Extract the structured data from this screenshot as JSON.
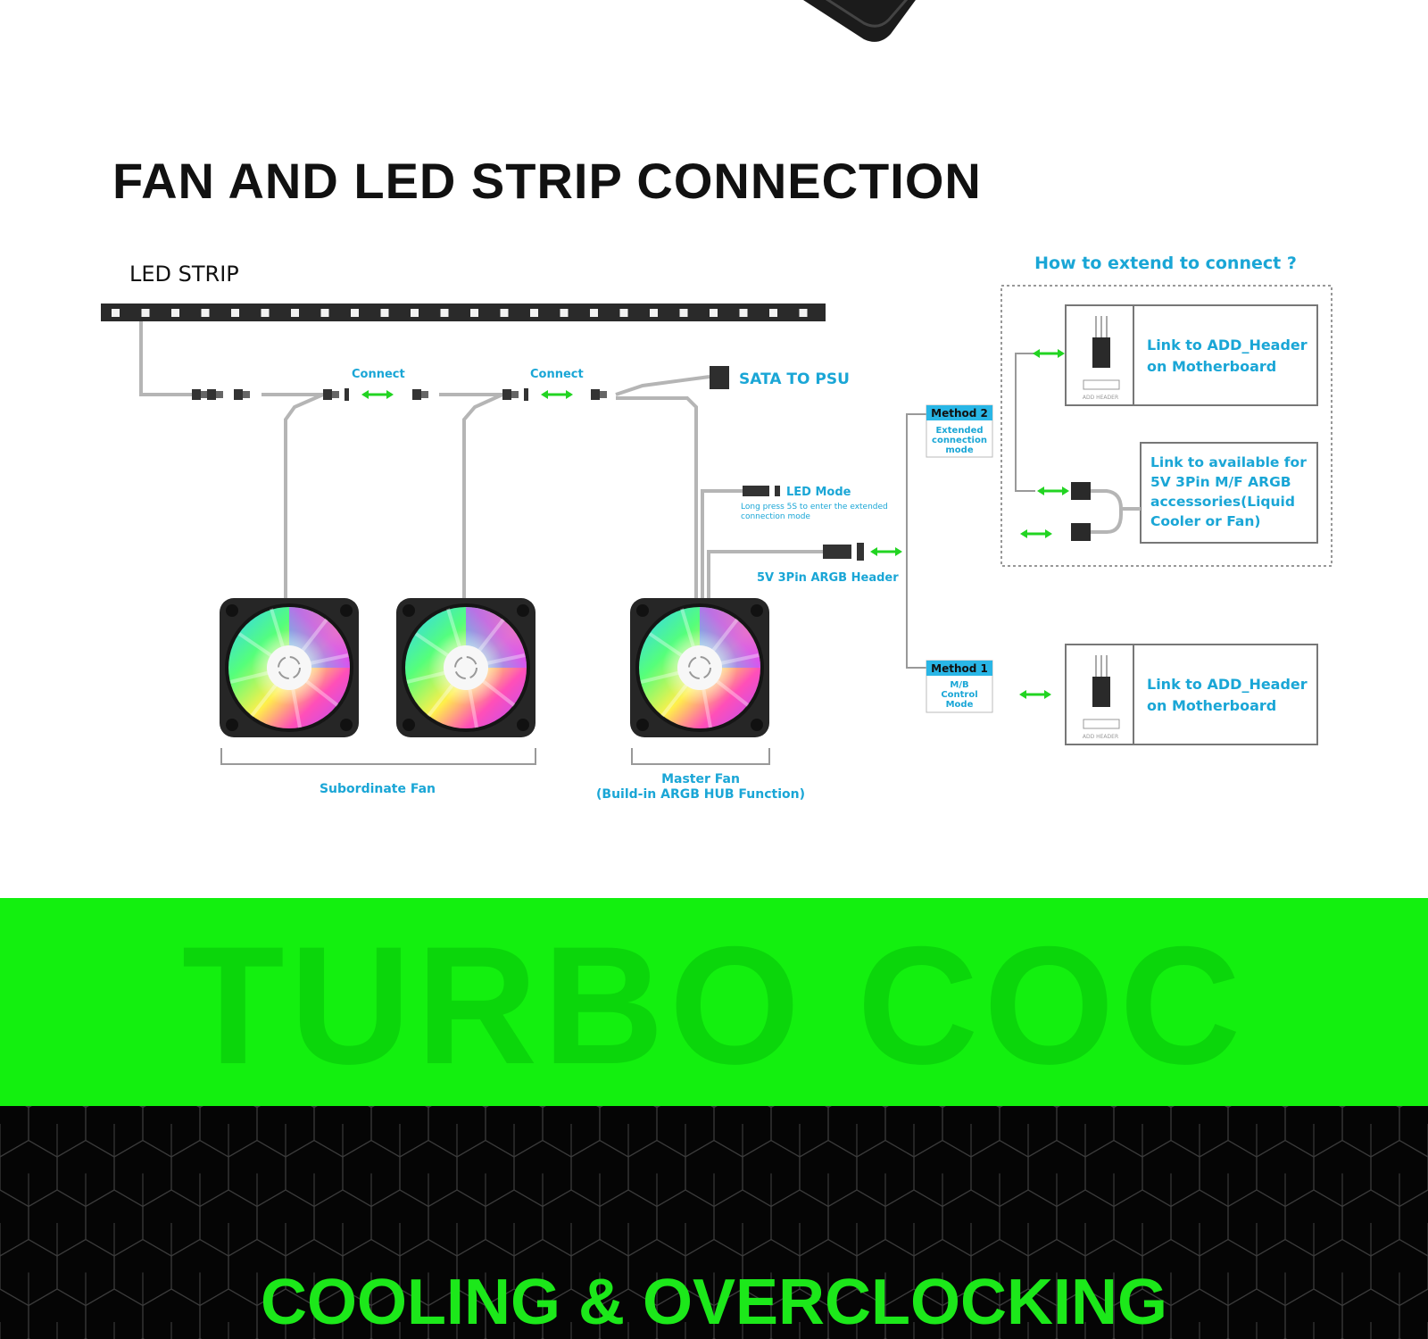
{
  "title": "FAN AND LED STRIP CONNECTION",
  "led_strip_label": "LED STRIP",
  "connect_label_1": "Connect",
  "connect_label_2": "Connect",
  "sata_label": "SATA TO PSU",
  "led_mode": {
    "title": "LED Mode",
    "desc_line1": "Long press 5S to enter the extended",
    "desc_line2": "connection mode"
  },
  "argb_header_label": "5V 3Pin ARGB Header",
  "subordinate_fan_label": "Subordinate Fan",
  "master_fan": {
    "line1": "Master Fan",
    "line2": "(Build-in ARGB HUB Function)"
  },
  "extend_title": "How to extend to connect ?",
  "method2": {
    "tag": "Method 2",
    "line1": "Extended",
    "line2": "connection",
    "line3": "mode"
  },
  "method1": {
    "tag": "Method 1",
    "line1": "M/B",
    "line2": "Control",
    "line3": "Mode"
  },
  "box_header_top": {
    "line1": "Link to ADD_Header",
    "line2": "on Motherboard",
    "icon_caption": "ADD HEADER"
  },
  "box_accessories": {
    "line1": "Link to available for",
    "line2": "5V 3Pin M/F ARGB",
    "line3": "accessories(Liquid",
    "line4": "Cooler or Fan)"
  },
  "box_header_bottom": {
    "line1": "Link to ADD_Header",
    "line2": "on Motherboard",
    "icon_caption": "ADD HEADER"
  },
  "watermark_text": "TURBO COC",
  "bottom_title": "COOLING & OVERCLOCKING",
  "colors": {
    "accent_green": "#13f00f",
    "cyan_text": "#1aa6d6",
    "watermark_green": "#0bd60b",
    "bottom_title_green": "#1ce81a"
  }
}
